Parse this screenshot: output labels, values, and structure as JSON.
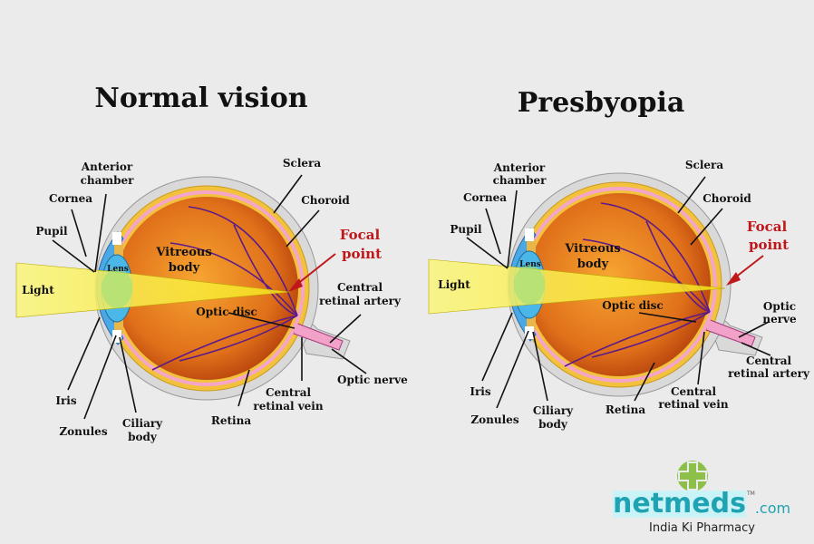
{
  "titles": {
    "left": "Normal vision",
    "right": "Presbyopia"
  },
  "labels": {
    "anterior_1": "Anterior",
    "anterior_2": "chamber",
    "cornea": "Cornea",
    "pupil": "Pupil",
    "light": "Light",
    "lens": "Lens",
    "vitreous_1": "Vitreous",
    "vitreous_2": "body",
    "sclera": "Sclera",
    "choroid": "Choroid",
    "focal_1": "Focal",
    "focal_2": "point",
    "artery_1": "Central",
    "artery_2": "retinal artery",
    "optic_disc": "Optic disc",
    "optic_nerve": "Optic nerve",
    "optic_1": "Optic",
    "optic_2": "nerve",
    "vein_1": "Central",
    "vein_2": "retinal vein",
    "retina": "Retina",
    "iris": "Iris",
    "zonules": "Zonules",
    "ciliary_1": "Ciliary",
    "ciliary_2": "body"
  },
  "logo": {
    "brand": "netmeds",
    "domain": ".com",
    "tagline": "India Ki Pharmacy",
    "trademark": "TM"
  },
  "colors": {
    "focal": "#c0171b",
    "brand": "#1fa3b3",
    "cross": "#8cc04a"
  }
}
